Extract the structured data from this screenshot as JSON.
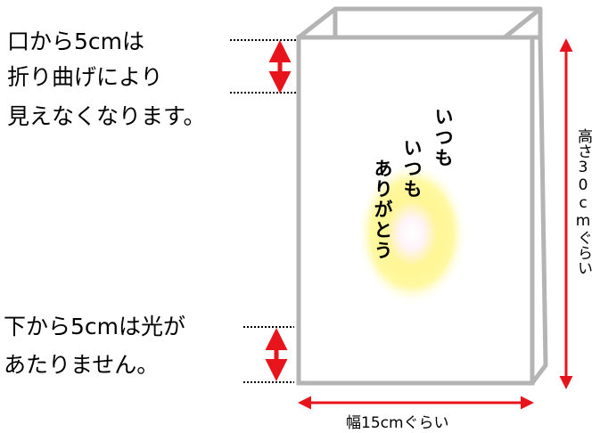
{
  "top_note": [
    "口から5cmは",
    "折り曲げにより",
    "見えなくなります。"
  ],
  "bottom_note": [
    "下から5cmは光が",
    "あたりません。"
  ],
  "bag_message": [
    "いつも",
    "いつも",
    "ありがとう"
  ],
  "height_label": "高さ30cmぐらい",
  "width_label": "幅15cmぐらい",
  "colors": {
    "bag_outline": "#b4b4b4",
    "arrow": "#e8141c",
    "glow": "#ffef3a"
  }
}
